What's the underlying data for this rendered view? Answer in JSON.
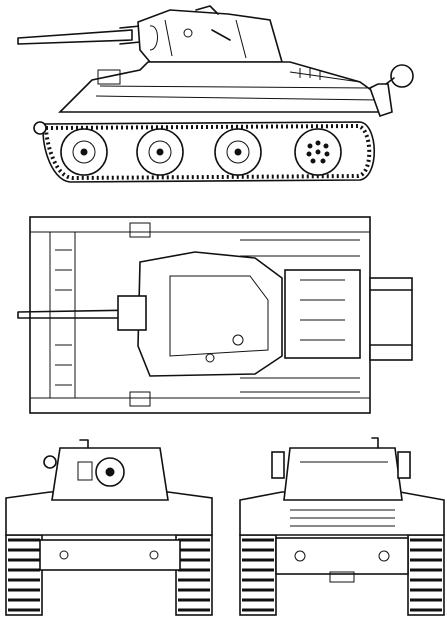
{
  "drawing": {
    "subject": "",
    "views": [
      "side-view",
      "top-view",
      "front-view",
      "rear-view"
    ]
  },
  "palette": {
    "ink": "#111111",
    "paper": "#ffffff"
  }
}
